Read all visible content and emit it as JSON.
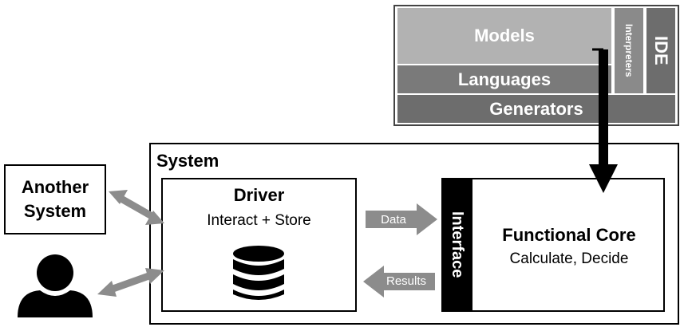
{
  "tooling": {
    "models": "Models",
    "languages": "Languages",
    "generators": "Generators",
    "interpreters": "Interpreters",
    "ide": "IDE"
  },
  "system": {
    "label": "System",
    "another_system": [
      "Another",
      "System"
    ],
    "driver": {
      "title": "Driver",
      "subtitle": "Interact + Store"
    },
    "interface": "Interface",
    "core": {
      "title": "Functional Core",
      "subtitle": "Calculate, Decide"
    },
    "arrows": {
      "data": "Data",
      "results": "Results"
    }
  },
  "icons": [
    "database-icon",
    "user-icon"
  ],
  "colors": {
    "models": "#b2b2b2",
    "languages": "#7a7a7a",
    "generators": "#6d6d6d",
    "interpreters": "#8a8a8a",
    "ide": "#6d6d6d",
    "arrow_gray": "#8c8c8c"
  }
}
